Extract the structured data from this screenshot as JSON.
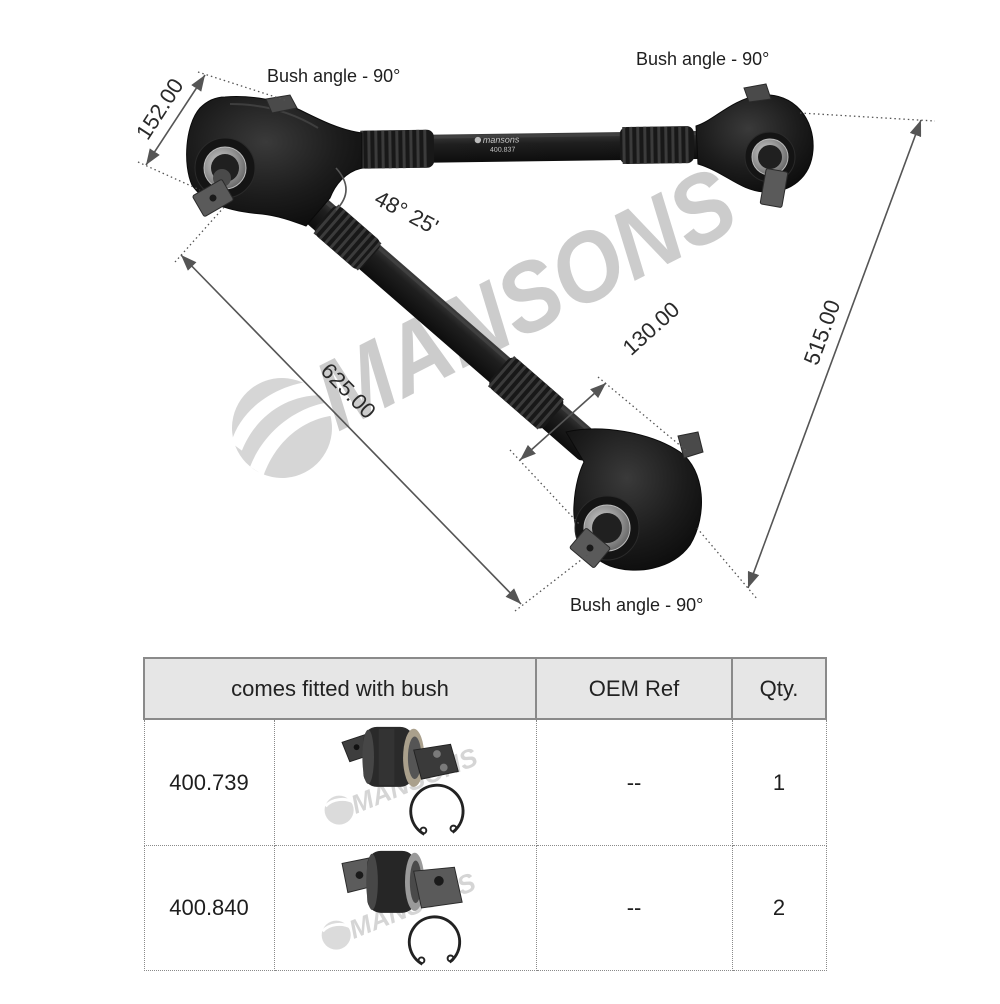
{
  "drawing": {
    "labels": {
      "bush_angle_top_left": "Bush angle - 90°",
      "bush_angle_top_right": "Bush angle - 90°",
      "bush_angle_bottom": "Bush angle - 90°"
    },
    "dimensions": {
      "upper_bush_width": "152.00",
      "lower_arm_length": "625.00",
      "lower_bush_width": "130.00",
      "overall_span": "515.00",
      "arm_angle": "48° 25'"
    },
    "rod_marking": {
      "brand": "mansons",
      "part_number": "400.837"
    }
  },
  "watermark": "MANSONS",
  "table": {
    "headers": [
      "comes fitted with bush",
      "OEM Ref",
      "Qty."
    ],
    "rows": [
      {
        "part_number": "400.739",
        "oem_ref": "--",
        "qty": "1"
      },
      {
        "part_number": "400.840",
        "oem_ref": "--",
        "qty": "2"
      }
    ]
  },
  "colors": {
    "rod": "#1c1c1c",
    "dimension_line": "#555555",
    "header_background": "#e6e6e6",
    "watermark": "#9a9a9a"
  }
}
